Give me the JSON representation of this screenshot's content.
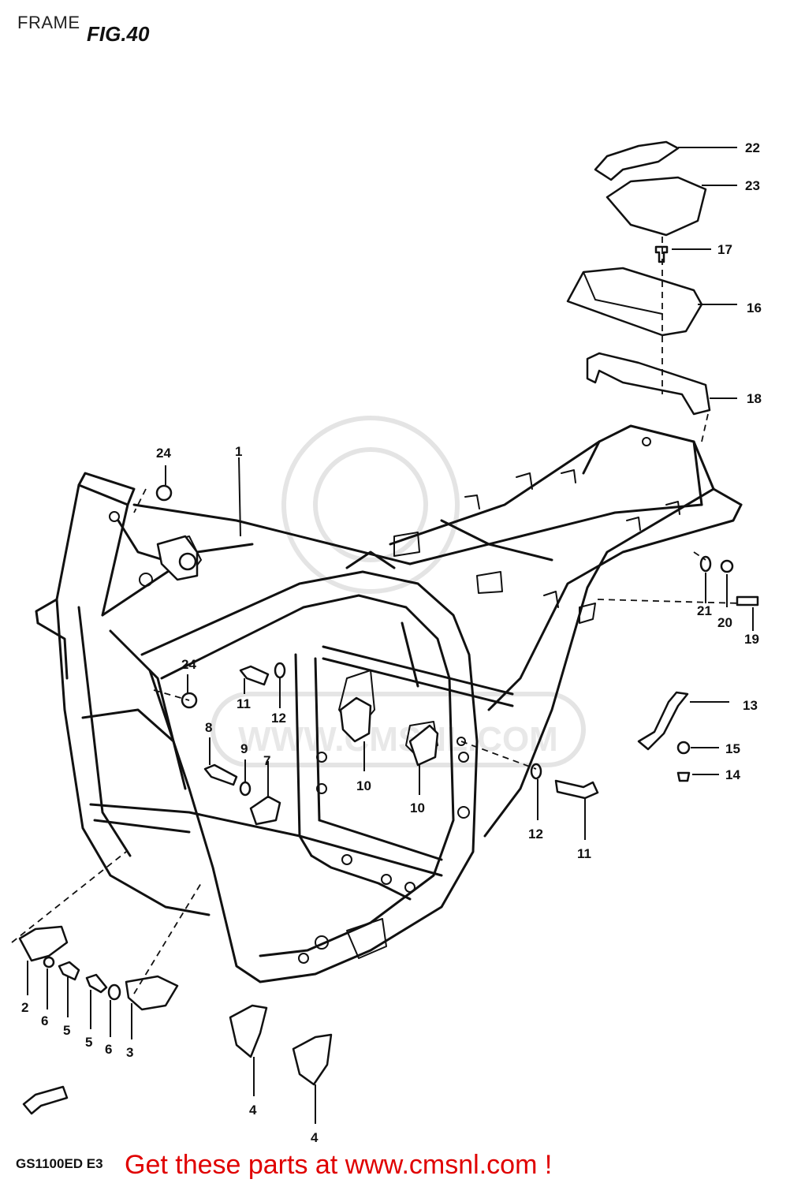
{
  "header": {
    "section": "FRAME",
    "figure": "FIG.40"
  },
  "footer": {
    "model_code": "GS1100ED E3",
    "promo": "Get these parts at www.cmsnl.com !"
  },
  "callouts": {
    "c1": "1",
    "c2": "2",
    "c3": "3",
    "c4a": "4",
    "c4b": "4",
    "c5a": "5",
    "c5b": "5",
    "c6a": "6",
    "c6b": "6",
    "c7": "7",
    "c8": "8",
    "c9": "9",
    "c10a": "10",
    "c10b": "10",
    "c11a": "11",
    "c11b": "11",
    "c12a": "12",
    "c12b": "12",
    "c13": "13",
    "c14": "14",
    "c15": "15",
    "c16": "16",
    "c17": "17",
    "c18": "18",
    "c19": "19",
    "c20": "20",
    "c21": "21",
    "c22": "22",
    "c23": "23",
    "c24a": "24",
    "c24b": "24"
  },
  "watermark": {
    "text": "WWW.CMSNL.COM"
  }
}
